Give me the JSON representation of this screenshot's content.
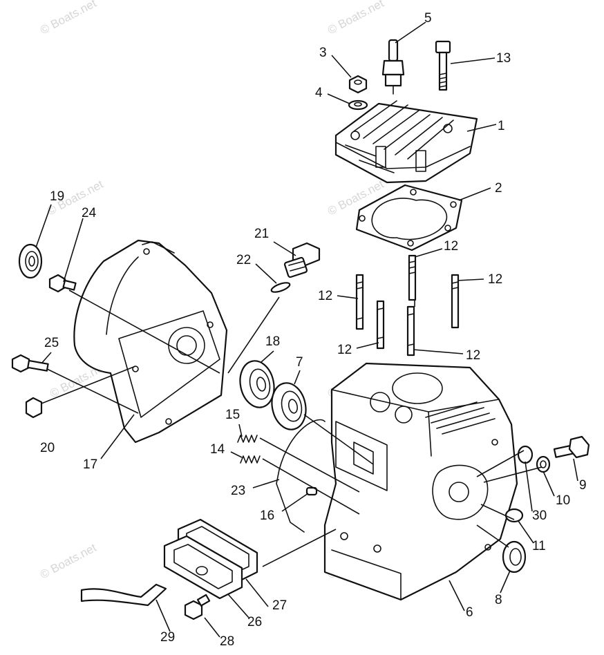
{
  "watermark": "© Boats.net",
  "callouts": {
    "c1": "1",
    "c2": "2",
    "c3": "3",
    "c4": "4",
    "c5": "5",
    "c6": "6",
    "c7": "7",
    "c8": "8",
    "c9": "9",
    "c10": "10",
    "c11": "11",
    "c12": "12",
    "c13": "13",
    "c14": "14",
    "c15": "15",
    "c16": "16",
    "c17": "17",
    "c18": "18",
    "c19": "19",
    "c20": "20",
    "c21": "21",
    "c22": "22",
    "c23": "23",
    "c24": "24",
    "c25": "25",
    "c26": "26",
    "c27": "27",
    "c28": "28",
    "c29": "29",
    "c30": "30"
  }
}
